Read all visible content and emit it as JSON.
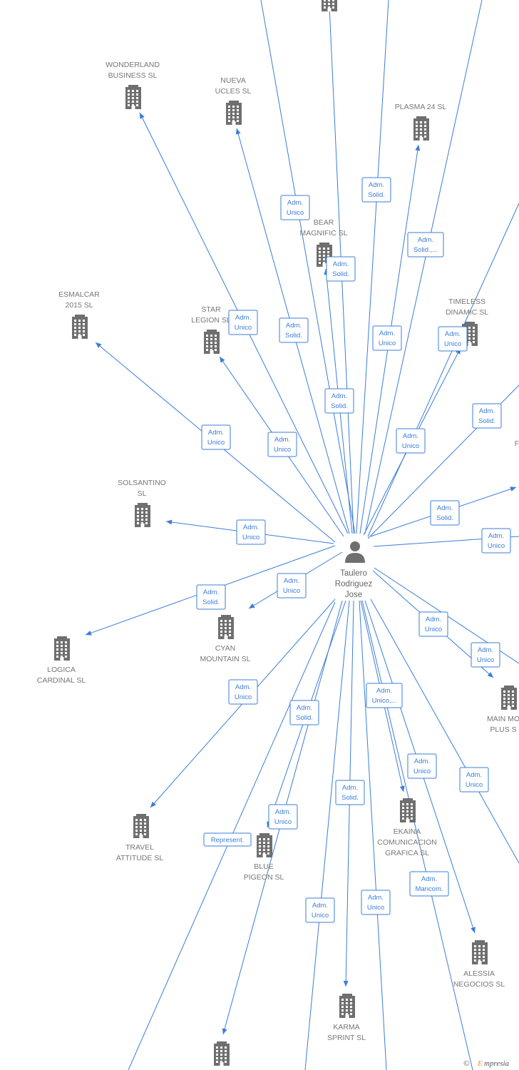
{
  "center": {
    "line1": "Taulero",
    "line2": "Rodriguez",
    "line3": "Jose"
  },
  "companies": [
    {
      "id": "wonderland",
      "lines": [
        "WONDERLAND",
        "BUSINESS  SL"
      ]
    },
    {
      "id": "nueva",
      "lines": [
        "NUEVA",
        "UCLES  SL"
      ]
    },
    {
      "id": "plasma",
      "lines": [
        "PLASMA 24 SL"
      ]
    },
    {
      "id": "bear",
      "lines": [
        "BEAR",
        "MAGNIFIC  SL"
      ]
    },
    {
      "id": "esmalcar",
      "lines": [
        "ESMALCAR",
        "2015  SL"
      ]
    },
    {
      "id": "star",
      "lines": [
        "STAR",
        "LEGION  SL"
      ]
    },
    {
      "id": "timeless",
      "lines": [
        "TIMELESS",
        "DINAMIC  SL"
      ]
    },
    {
      "id": "solsantino",
      "lines": [
        "SOLSANTINO",
        "SL"
      ]
    },
    {
      "id": "logica",
      "lines": [
        "LOGICA",
        "CARDINAL  SL"
      ]
    },
    {
      "id": "cyan",
      "lines": [
        "CYAN",
        "MOUNTAIN  SL"
      ]
    },
    {
      "id": "mainmo",
      "lines": [
        "MAIN MO",
        "PLUS  S"
      ]
    },
    {
      "id": "travel",
      "lines": [
        "TRAVEL",
        "ATTITUDE  SL"
      ]
    },
    {
      "id": "bluepigeon",
      "lines": [
        "BLUE",
        "PIGEON  SL"
      ]
    },
    {
      "id": "ekaina",
      "lines": [
        "EKAINA",
        "COMUNICACION",
        "GRAFICA  SL"
      ]
    },
    {
      "id": "alessia",
      "lines": [
        "ALESSIA",
        "NEGOCIOS  SL"
      ]
    },
    {
      "id": "karma",
      "lines": [
        "KARMA",
        "SPRINT  SL"
      ]
    },
    {
      "id": "bottom",
      "lines": []
    },
    {
      "id": "top",
      "lines": []
    },
    {
      "id": "rightF",
      "lines": [
        "F"
      ]
    }
  ],
  "edge_labels": [
    {
      "lines": [
        "Adm.",
        "Unico"
      ]
    },
    {
      "lines": [
        "Adm.",
        "Solid."
      ]
    },
    {
      "lines": [
        "Adm.",
        "Solid.,..."
      ]
    },
    {
      "lines": [
        "Adm.",
        "Solid."
      ]
    },
    {
      "lines": [
        "Adm.",
        "Unico"
      ]
    },
    {
      "lines": [
        "Adm.",
        "Solid."
      ]
    },
    {
      "lines": [
        "Adm.",
        "Unico"
      ]
    },
    {
      "lines": [
        "Adm.",
        "Unico"
      ]
    },
    {
      "lines": [
        "Adm.",
        "Solid."
      ]
    },
    {
      "lines": [
        "Adm.",
        "Unico"
      ]
    },
    {
      "lines": [
        "Adm.",
        "Unico"
      ]
    },
    {
      "lines": [
        "Adm.",
        "Unico"
      ]
    },
    {
      "lines": [
        "Adm.",
        "Solid."
      ]
    },
    {
      "lines": [
        "Adm.",
        "Unico"
      ]
    },
    {
      "lines": [
        "Adm.",
        "Solid."
      ]
    },
    {
      "lines": [
        "Adm.",
        "Unico"
      ]
    },
    {
      "lines": [
        "Adm.",
        "Unico"
      ]
    },
    {
      "lines": [
        "Adm.",
        "Solid."
      ]
    },
    {
      "lines": [
        "Adm.",
        "Unico"
      ]
    },
    {
      "lines": [
        "Adm.",
        "Unico"
      ]
    },
    {
      "lines": [
        "Adm.",
        "Unico"
      ]
    },
    {
      "lines": [
        "Adm.",
        "Solid."
      ]
    },
    {
      "lines": [
        "Adm.",
        "Unico,..."
      ]
    },
    {
      "lines": [
        "Adm.",
        "Unico"
      ]
    },
    {
      "lines": [
        "Adm.",
        "Unico"
      ]
    },
    {
      "lines": [
        "Adm.",
        "Solid."
      ]
    },
    {
      "lines": [
        "Adm.",
        "Unico"
      ]
    },
    {
      "lines": [
        "Represent."
      ]
    },
    {
      "lines": [
        "Adm.",
        "Mancom."
      ]
    },
    {
      "lines": [
        "Adm.",
        "Unico"
      ]
    },
    {
      "lines": [
        "Adm.",
        "Unico"
      ]
    }
  ],
  "footer": {
    "copyright": "©",
    "brand_initial": "E",
    "brand_rest": "mpresia"
  },
  "colors": {
    "edge": "#3b7dd8",
    "node": "#6f6f6f",
    "text": "#777777",
    "brand_accent": "#f08a1c"
  }
}
